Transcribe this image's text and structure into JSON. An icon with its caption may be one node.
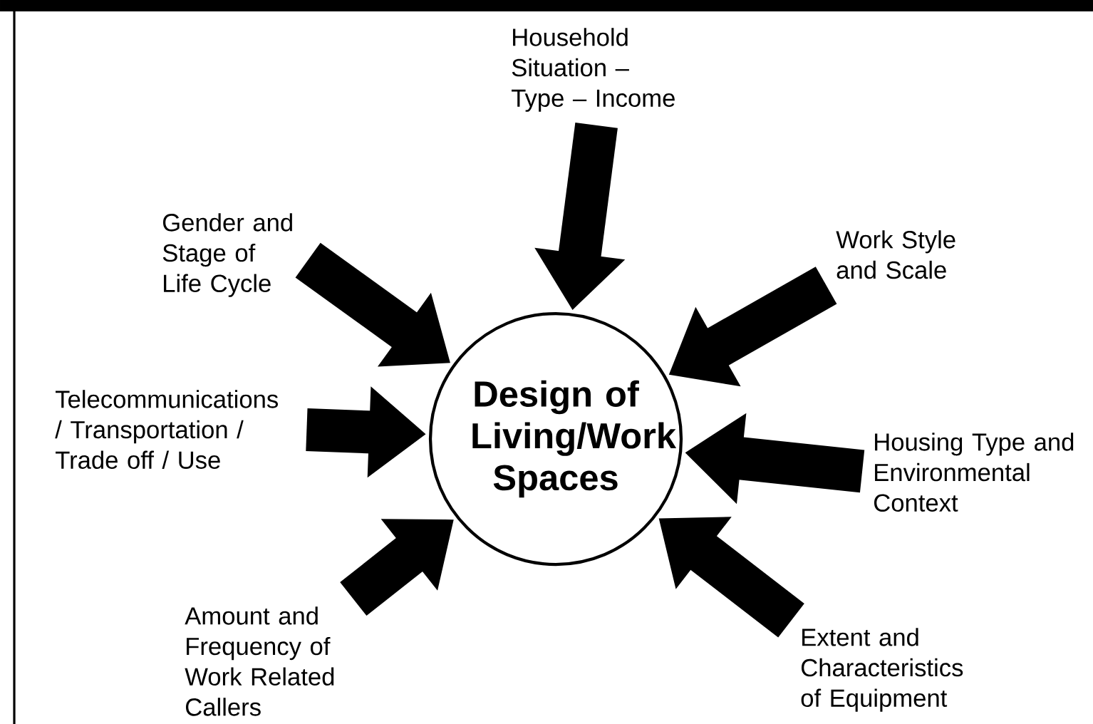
{
  "diagram": {
    "nodes": [
      {
        "text": [
          "Design of Living/Work Spaces"
        ]
      },
      {
        "text": [
          "Household Situation – Type – Income"
        ]
      },
      {
        "text": [
          "Gender and Stage of Life Cycle"
        ]
      },
      {
        "text": [
          "Work Style and Scale"
        ]
      },
      {
        "text": [
          "Telecommunications / Transportation / Trade off / Use"
        ]
      },
      {
        "text": [
          "Housing Type and Environmental Context"
        ]
      },
      {
        "text": [
          "Amount and Frequency of Work Related Callers"
        ]
      },
      {
        "text": [
          "Extent and Characteristics of Equipment"
        ]
      }
    ],
    "edges": [
      {
        "from": 1,
        "to": 0,
        "arrow": "to"
      },
      {
        "from": 2,
        "to": 0,
        "arrow": "to"
      },
      {
        "from": 3,
        "to": 0,
        "arrow": "to"
      },
      {
        "from": 4,
        "to": 0,
        "arrow": "to"
      },
      {
        "from": 5,
        "to": 0,
        "arrow": "to"
      },
      {
        "from": 6,
        "to": 0,
        "arrow": "to"
      },
      {
        "from": 7,
        "to": 0,
        "arrow": "to"
      }
    ]
  }
}
